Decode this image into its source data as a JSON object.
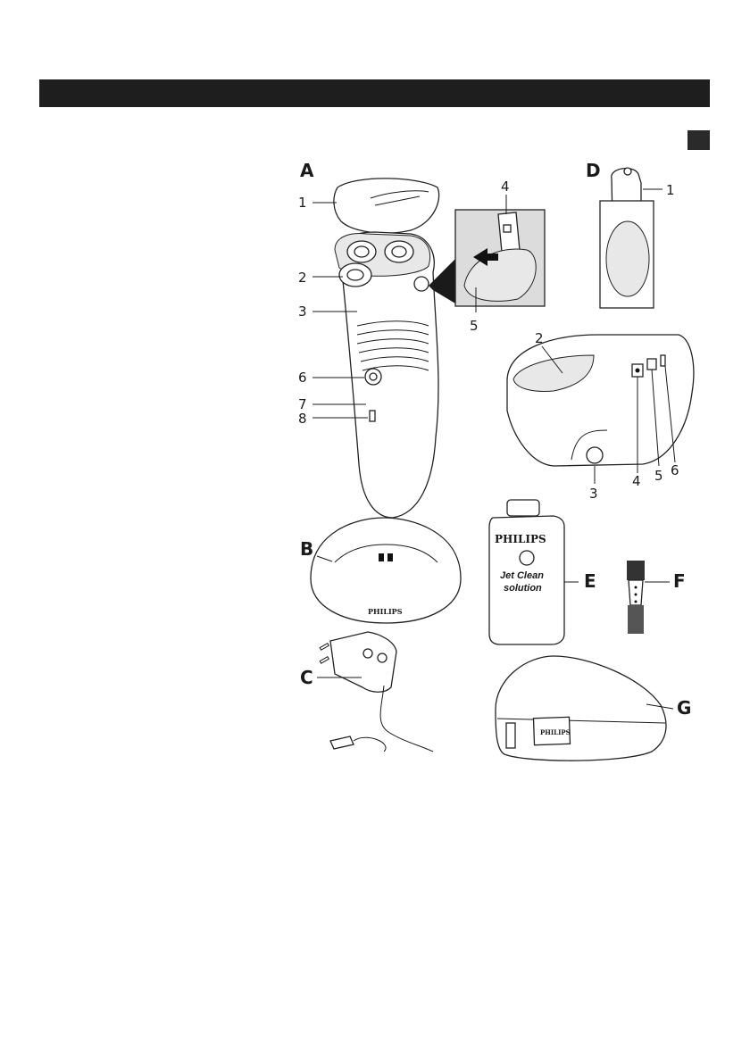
{
  "page": {
    "accent": "#1e1e1e"
  },
  "figure": {
    "groups": {
      "a": "A",
      "b": "B",
      "c": "C",
      "d": "D",
      "e": "E",
      "f": "F",
      "g": "G"
    },
    "shaver_callouts": [
      "1",
      "2",
      "3",
      "6",
      "7",
      "8"
    ],
    "inset_callouts": [
      "4",
      "5"
    ],
    "stand_callouts": [
      "1",
      "2",
      "3",
      "4",
      "5",
      "6"
    ],
    "brand": "PHILIPS",
    "bottle": {
      "brand": "PHILIPS",
      "line1": "Jet Clean",
      "line2": "solution"
    },
    "case_brand": "PHILIPS",
    "stand_b_brand": "PHILIPS"
  }
}
